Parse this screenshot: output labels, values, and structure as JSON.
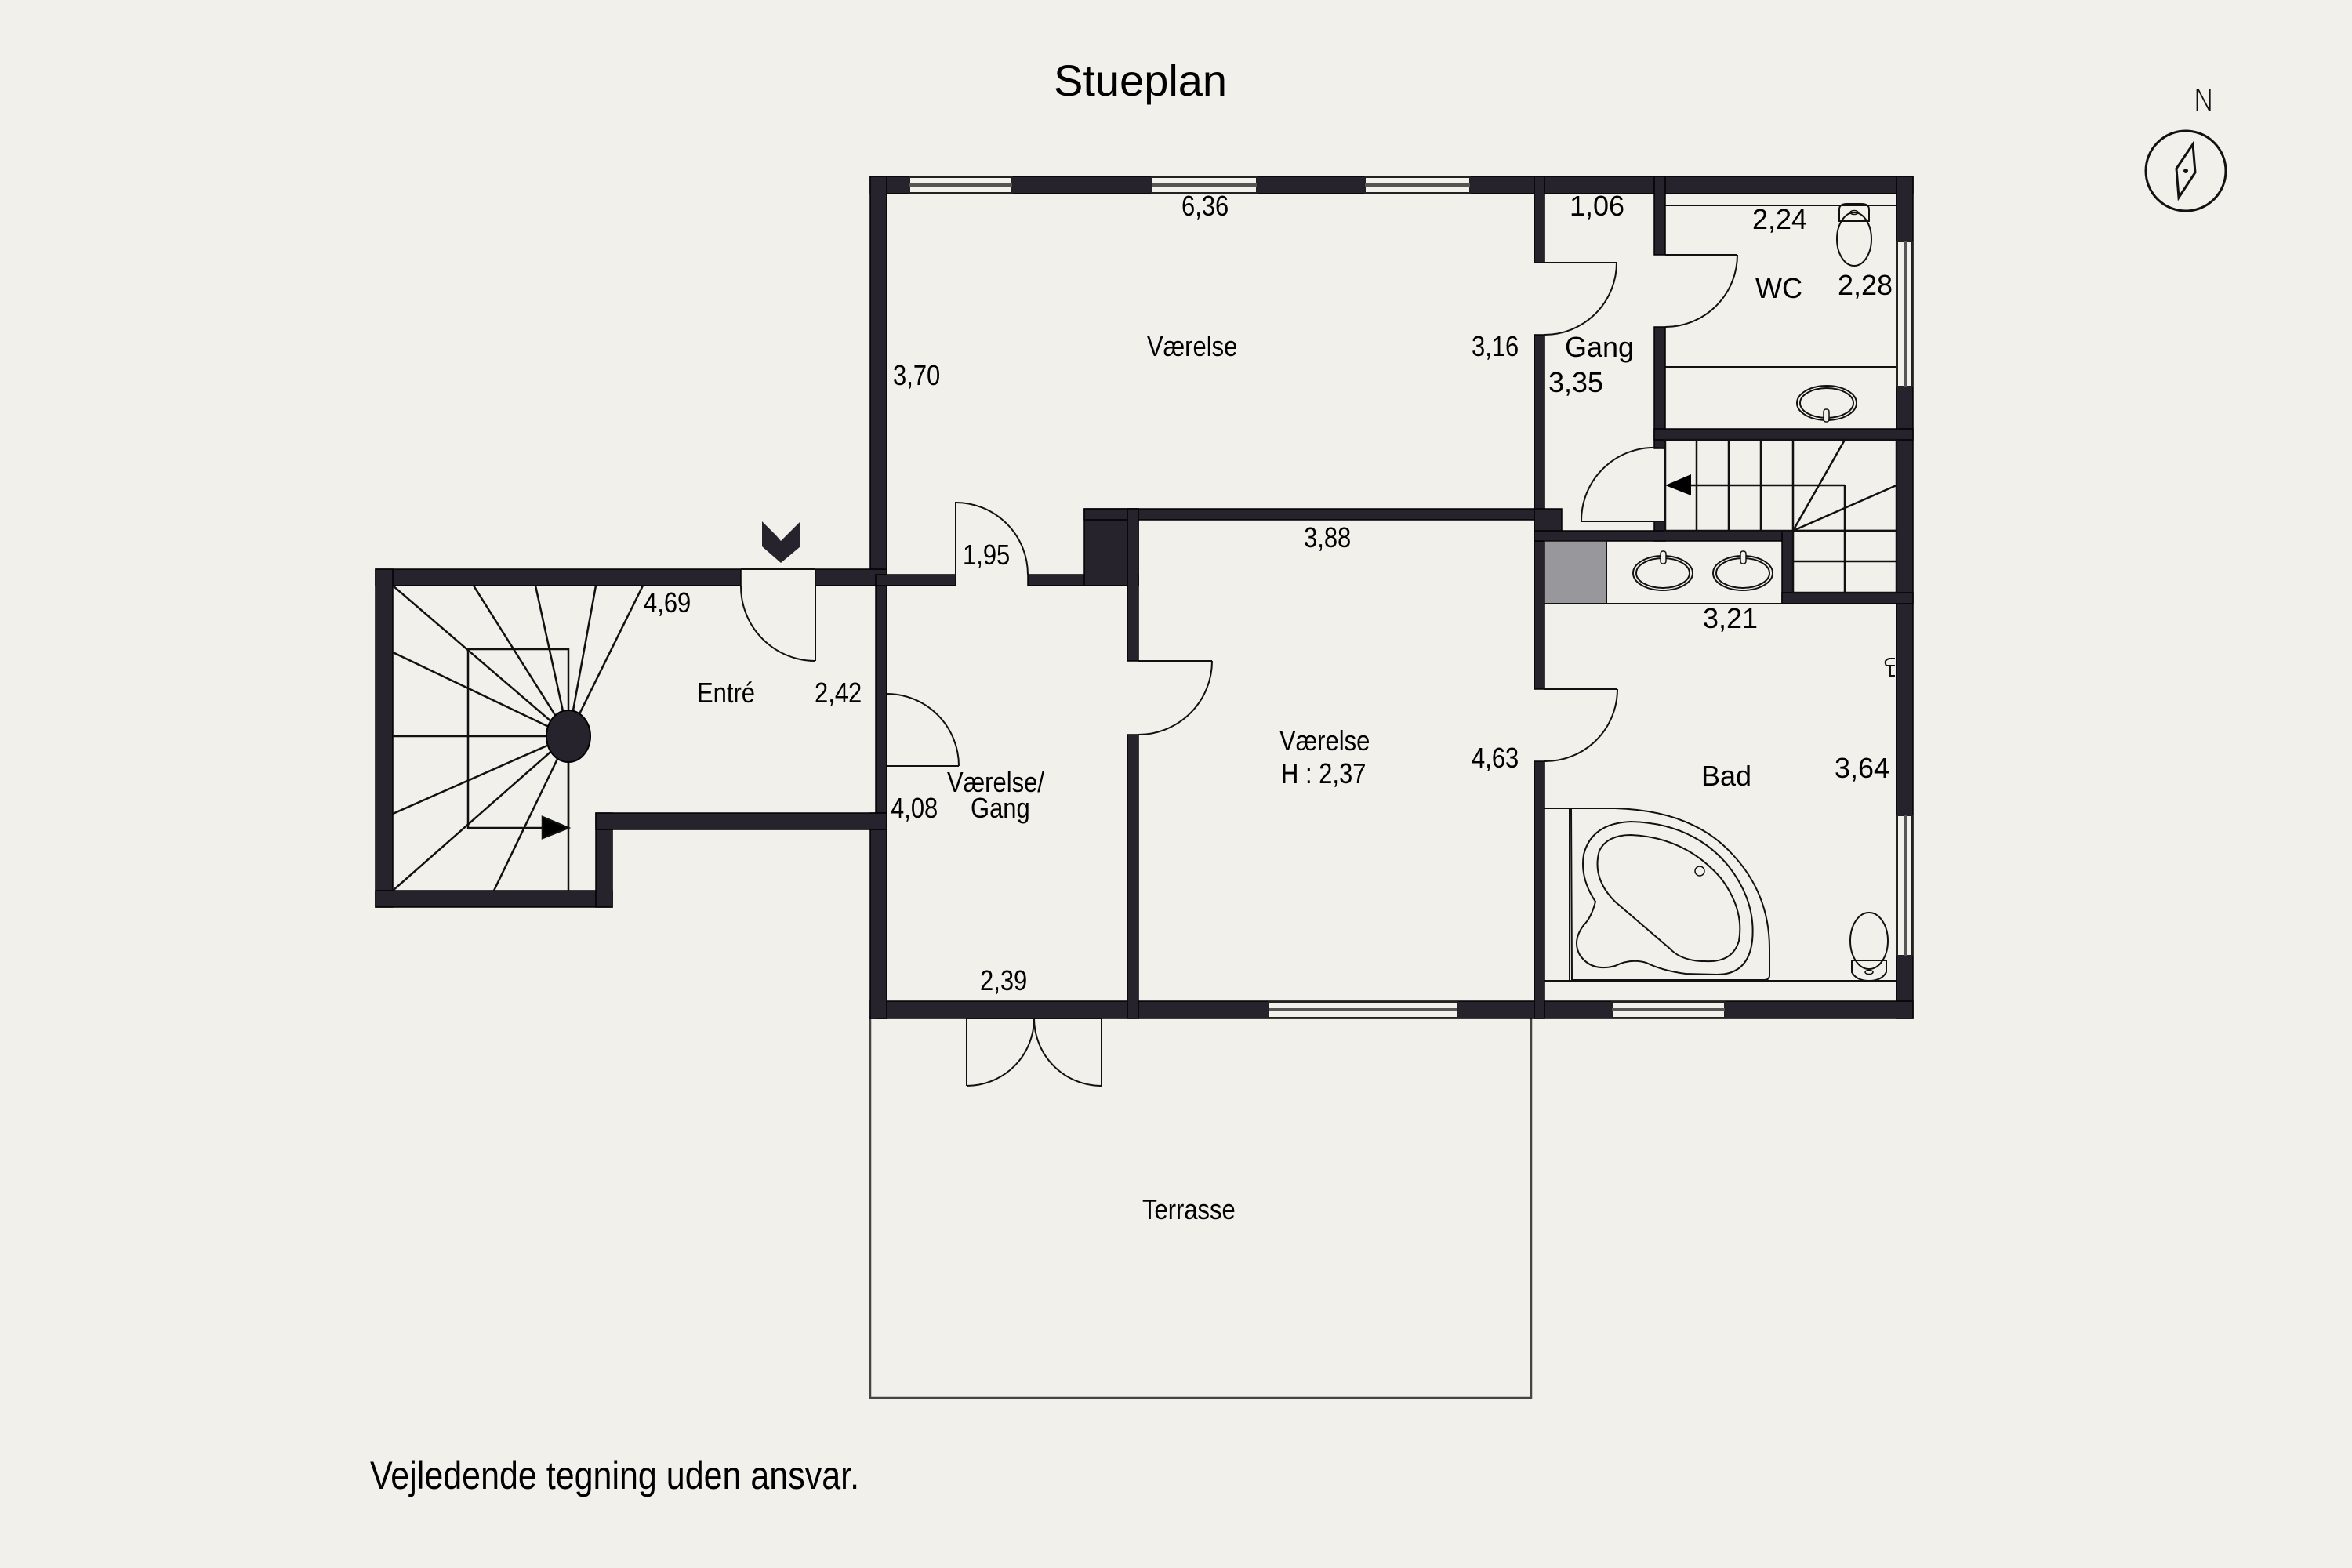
{
  "title": "Stueplan",
  "footer": "Vejledende tegning uden ansvar.",
  "compass": {
    "label": "N",
    "icon": "compass-north-icon"
  },
  "colors": {
    "background": "#f1f0eb",
    "wall": "#27232c",
    "cabinet": "#98979c"
  },
  "rooms": {
    "vaerelse_north": {
      "name": "Værelse",
      "dims": [
        "6,36",
        "3,70",
        "3,16"
      ]
    },
    "gang_north": {
      "name": "Gang",
      "dims": [
        "1,06",
        "3,35"
      ]
    },
    "wc": {
      "name": "WC",
      "dims": [
        "2,24",
        "2,28"
      ]
    },
    "entre": {
      "name": "Entré",
      "dims": [
        "4,69",
        "2,42"
      ]
    },
    "vaerelse_gang": {
      "name_line1": "Værelse/",
      "name_line2": "Gang",
      "dims": [
        "1,95",
        "4,08",
        "2,39"
      ]
    },
    "vaerelse_center": {
      "name": "Værelse",
      "height": "H : 2,37",
      "dims": [
        "3,88",
        "4,63"
      ]
    },
    "bad": {
      "name": "Bad",
      "dims": [
        "3,21",
        "3,64"
      ]
    },
    "terrasse": {
      "name": "Terrasse"
    }
  }
}
